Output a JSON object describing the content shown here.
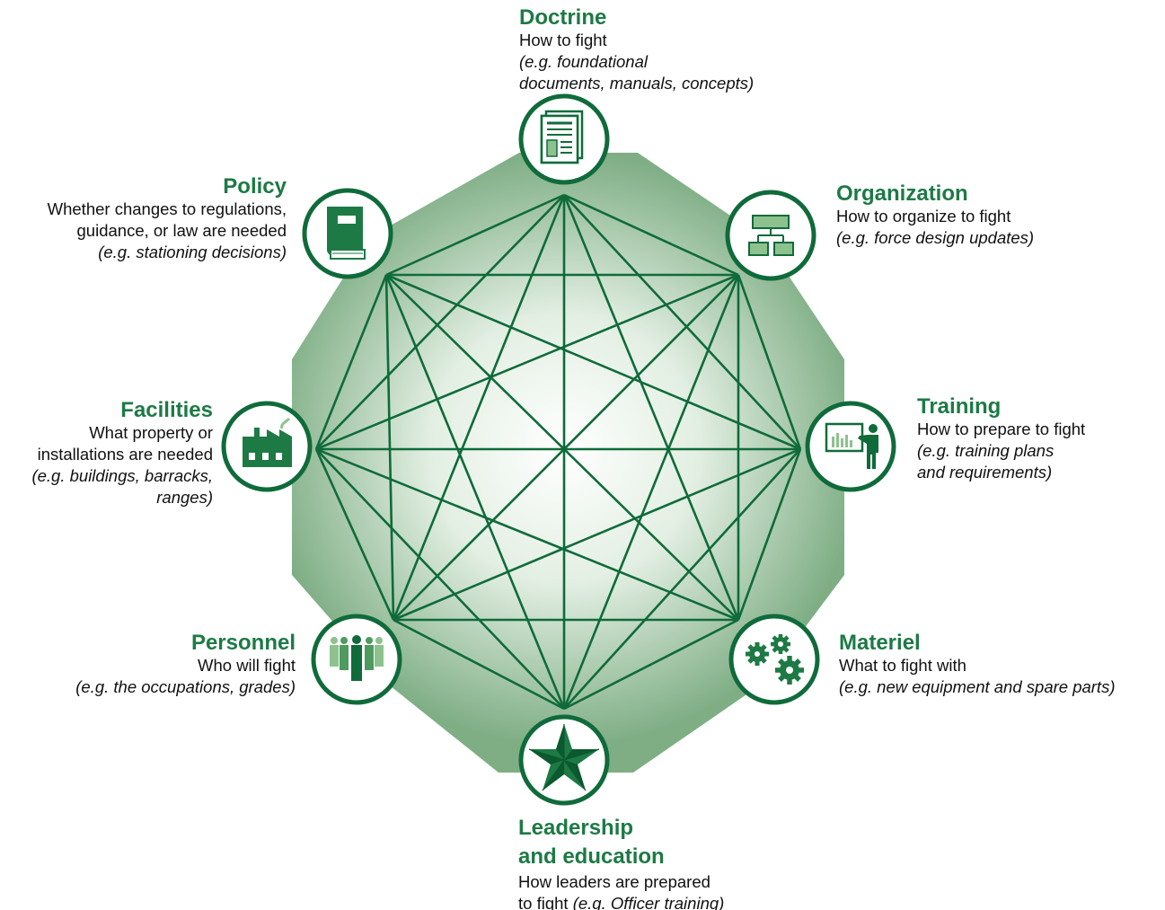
{
  "colors": {
    "accent": "#1d7a45",
    "dark": "#0f6b3a",
    "octagon_outer": "#7fae85",
    "octagon_inner": "#ffffff",
    "icon_light": "#8dc28f",
    "text": "#111111"
  },
  "nodes": {
    "doctrine": {
      "icon": "documents-icon",
      "title": "Doctrine",
      "desc": "How to fight",
      "example1": "(e.g. foundational",
      "example2": "documents, manuals, concepts)"
    },
    "organization": {
      "icon": "org-chart-icon",
      "title": "Organization",
      "desc": "How to organize to fight",
      "example": "(e.g. force design updates)"
    },
    "training": {
      "icon": "presenter-icon",
      "title": "Training",
      "desc": "How to prepare to fight",
      "example1": "(e.g. training plans",
      "example2": "and requirements)"
    },
    "materiel": {
      "icon": "gears-icon",
      "title": "Materiel",
      "desc": "What to fight with",
      "example": "(e.g. new equipment and spare parts)"
    },
    "leadership": {
      "icon": "star-icon",
      "title1": "Leadership",
      "title2": "and education",
      "desc1": "How leaders are prepared",
      "desc2a": "to fight ",
      "desc2b": "(e.g. Officer training)"
    },
    "personnel": {
      "icon": "people-icon",
      "title": "Personnel",
      "desc": "Who will fight",
      "example": "(e.g. the occupations, grades)"
    },
    "facilities": {
      "icon": "factory-icon",
      "title": "Facilities",
      "desc1": "What property or",
      "desc2": "installations are needed",
      "example1": "(e.g. buildings, barracks,",
      "example2": "ranges)"
    },
    "policy": {
      "icon": "book-icon",
      "title": "Policy",
      "desc1": "Whether changes to regulations,",
      "desc2": "guidance, or law are needed",
      "example": "(e.g. stationing decisions)"
    }
  }
}
